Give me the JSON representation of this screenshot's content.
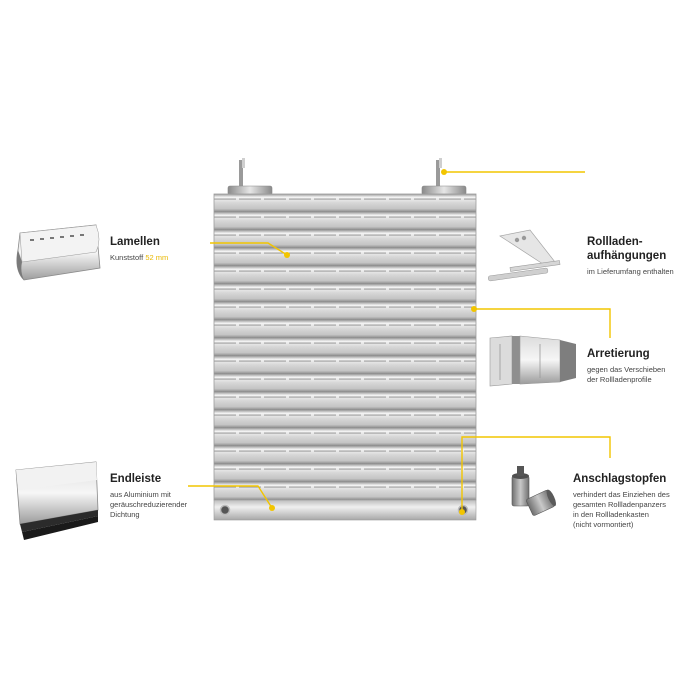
{
  "accent_color": "#f2c500",
  "labels": {
    "lamellen": {
      "title": "Lamellen",
      "desc_prefix": "Kunststoff",
      "desc_value": "52 mm"
    },
    "aufhaengungen": {
      "title_line1": "Rollladen-",
      "title_line2": "aufhängungen",
      "desc": "im Lieferumfang enthalten"
    },
    "arretierung": {
      "title": "Arretierung",
      "desc_line1": "gegen das Verschieben",
      "desc_line2": "der Rollladenprofile"
    },
    "endleiste": {
      "title": "Endleiste",
      "desc_line1": "aus Aluminium mit",
      "desc_line2": "geräuschreduzierender",
      "desc_line3": "Dichtung"
    },
    "anschlagstopfen": {
      "title": "Anschlagstopfen",
      "desc_line1": "verhindert das Einziehen des",
      "desc_line2": "gesamten Rollladenpanzers",
      "desc_line3": "in den Rollladenkasten",
      "desc_line4": "(nicht vormontiert)"
    }
  },
  "icons": [
    "lamelle-profile-icon",
    "endleiste-profile-icon",
    "hanger-bracket-icon",
    "arretierung-detail-icon",
    "anschlagstopfen-icon"
  ]
}
